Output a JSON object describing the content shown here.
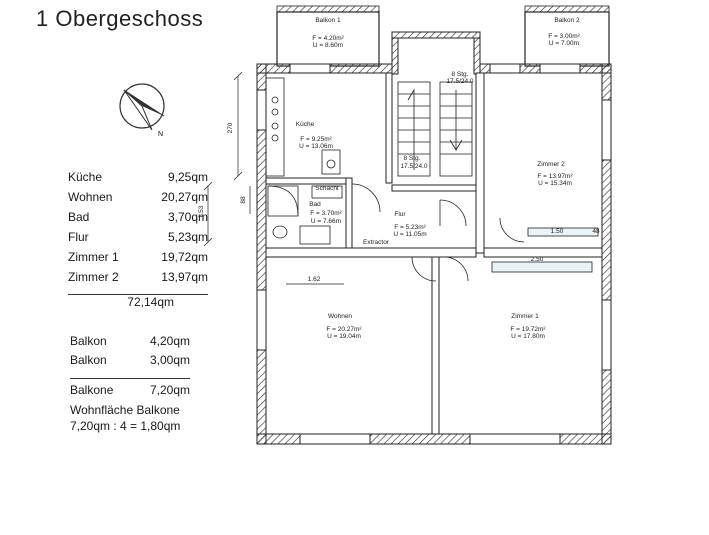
{
  "title": "1  Obergeschoss",
  "compass": {
    "label": "N"
  },
  "legend": {
    "rooms": [
      {
        "name": "Küche",
        "area": "9,25qm"
      },
      {
        "name": "Wohnen",
        "area": "20,27qm"
      },
      {
        "name": "Bad",
        "area": "3,70qm"
      },
      {
        "name": "Flur",
        "area": "5,23qm"
      },
      {
        "name": "Zimmer 1",
        "area": "19,72qm"
      },
      {
        "name": "Zimmer 2",
        "area": "13,97qm"
      }
    ],
    "total": "72,14qm"
  },
  "balconies": {
    "items": [
      {
        "name": "Balkon",
        "area": "4,20qm"
      },
      {
        "name": "Balkon",
        "area": "3,00qm"
      }
    ],
    "total_label": "Balkone",
    "total": "7,20qm"
  },
  "note": {
    "heading": "Wohnfläche Balkone",
    "calc": "7,20qm : 4 =   1,80qm"
  },
  "plan": {
    "balkon1": {
      "name": "Balkon 1",
      "f": "F = 4.20m²",
      "u": "U = 8.60m"
    },
    "balkon2": {
      "name": "Balkon 2",
      "f": "F = 3.00m²",
      "u": "U = 7.00m"
    },
    "kueche": {
      "name": "Küche",
      "f": "F = 9.25m²",
      "u": "U = 13.06m"
    },
    "bad": {
      "name": "Bad",
      "f": "F = 3.70m²",
      "u": "U = 7.66m"
    },
    "flur": {
      "name": "Flur",
      "f": "F = 5.23m²",
      "u": "U = 11.05m"
    },
    "zimmer2": {
      "name": "Zimmer 2",
      "f": "F = 13.97m²",
      "u": "U = 15.34m"
    },
    "wohnen": {
      "name": "Wohnen",
      "f": "F = 20.27m²",
      "u": "U = 19.04m"
    },
    "zimmer1": {
      "name": "Zimmer 1",
      "f": "F = 19.72m²",
      "u": "U = 17.80m"
    },
    "stair": {
      "top": "8 Stg.",
      "top2": "17.5/24.0",
      "bottom": "8 Stg.",
      "bottom2": "17.5/24.0"
    },
    "schacht": "Schacht",
    "extractor": "Extractor",
    "dims": {
      "left_270": "270",
      "left_153": "1.53",
      "left_88": "88",
      "wohnen_width": "1.62",
      "zimmer2_150": "1.50",
      "zimmer2_48": "48",
      "zimmer1_250": "2.50"
    }
  }
}
